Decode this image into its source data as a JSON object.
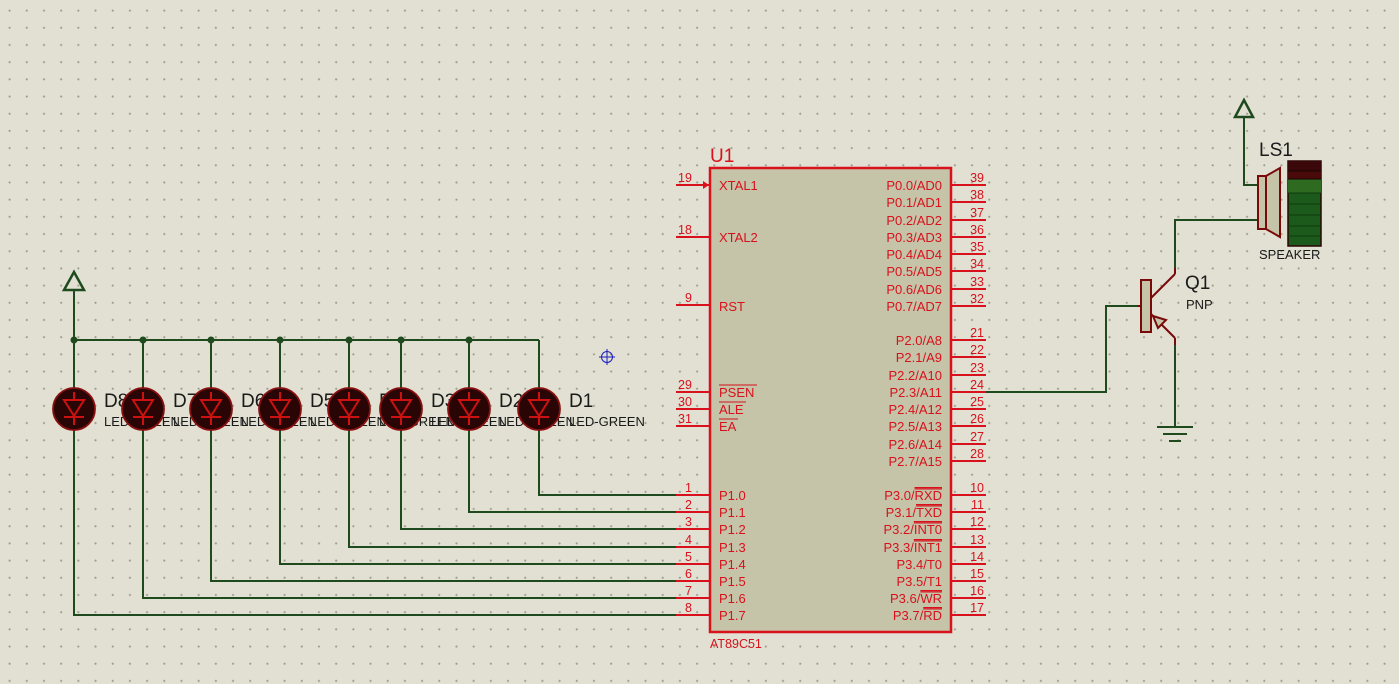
{
  "u1": {
    "ref": "U1",
    "part": "AT89C51",
    "left_pins": [
      {
        "num": "19",
        "name": "XTAL1"
      },
      {
        "num": "18",
        "name": "XTAL2"
      },
      {
        "num": "9",
        "name": "RST"
      },
      {
        "num": "29",
        "name": "PSEN"
      },
      {
        "num": "30",
        "name": "ALE"
      },
      {
        "num": "31",
        "name": "EA"
      },
      {
        "num": "1",
        "name": "P1.0"
      },
      {
        "num": "2",
        "name": "P1.1"
      },
      {
        "num": "3",
        "name": "P1.2"
      },
      {
        "num": "4",
        "name": "P1.3"
      },
      {
        "num": "5",
        "name": "P1.4"
      },
      {
        "num": "6",
        "name": "P1.5"
      },
      {
        "num": "7",
        "name": "P1.6"
      },
      {
        "num": "8",
        "name": "P1.7"
      }
    ],
    "right_pins": [
      {
        "num": "39",
        "name": "P0.0/AD0"
      },
      {
        "num": "38",
        "name": "P0.1/AD1"
      },
      {
        "num": "37",
        "name": "P0.2/AD2"
      },
      {
        "num": "36",
        "name": "P0.3/AD3"
      },
      {
        "num": "35",
        "name": "P0.4/AD4"
      },
      {
        "num": "34",
        "name": "P0.5/AD5"
      },
      {
        "num": "33",
        "name": "P0.6/AD6"
      },
      {
        "num": "32",
        "name": "P0.7/AD7"
      },
      {
        "num": "21",
        "name": "P2.0/A8"
      },
      {
        "num": "22",
        "name": "P2.1/A9"
      },
      {
        "num": "23",
        "name": "P2.2/A10"
      },
      {
        "num": "24",
        "name": "P2.3/A11"
      },
      {
        "num": "25",
        "name": "P2.4/A12"
      },
      {
        "num": "26",
        "name": "P2.5/A13"
      },
      {
        "num": "27",
        "name": "P2.6/A14"
      },
      {
        "num": "28",
        "name": "P2.7/A15"
      },
      {
        "num": "10",
        "name_main": "P3.0/",
        "name_bar": "RXD"
      },
      {
        "num": "11",
        "name_main": "P3.1/",
        "name_bar": "TXD"
      },
      {
        "num": "12",
        "name_main": "P3.2/",
        "name_bar": "INT0"
      },
      {
        "num": "13",
        "name_main": "P3.3/",
        "name_bar": "INT1"
      },
      {
        "num": "14",
        "name": "P3.4/T0"
      },
      {
        "num": "15",
        "name": "P3.5/T1"
      },
      {
        "num": "16",
        "name_main": "P3.6/",
        "name_bar": "WR"
      },
      {
        "num": "17",
        "name_main": "P3.7/",
        "name_bar": "RD"
      }
    ]
  },
  "leds": [
    {
      "ref": "D8",
      "value": "LED-GREEN"
    },
    {
      "ref": "D7",
      "value": "LED-GREEN"
    },
    {
      "ref": "D6",
      "value": "LED-GREEN"
    },
    {
      "ref": "D5",
      "value": "LED-GREEN"
    },
    {
      "ref": "D4",
      "value": "LED-GREEN"
    },
    {
      "ref": "D3",
      "value": "LED-GREEN"
    },
    {
      "ref": "D2",
      "value": "LED-GREEN"
    },
    {
      "ref": "D1",
      "value": "LED-GREEN"
    }
  ],
  "transistor": {
    "ref": "Q1",
    "value": "PNP"
  },
  "speaker": {
    "ref": "LS1",
    "value": "SPEAKER"
  },
  "colors": {
    "background": "#e1e0d2",
    "wire": "#1e4a1e",
    "component_red": "#d8111c",
    "chip_fill": "#c6c4a8",
    "led_body": "#2a0505"
  }
}
